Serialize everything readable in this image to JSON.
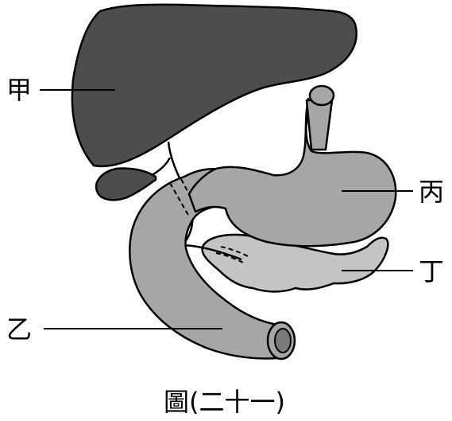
{
  "labels": {
    "liver": "甲",
    "duodenum": "乙",
    "stomach": "丙",
    "pancreas": "丁"
  },
  "caption": "圖(二十一)",
  "colors": {
    "liver": "#4d4d4d",
    "stomach": "#a6a6a6",
    "duodenum": "#a6a6a6",
    "pancreas": "#c4c4c4",
    "gallbladder": "#4d4d4d"
  }
}
